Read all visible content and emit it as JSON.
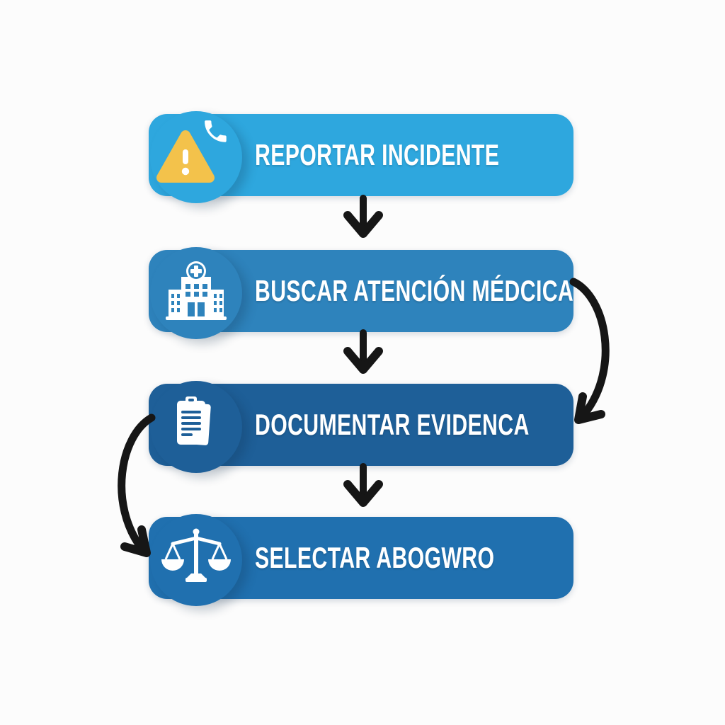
{
  "page": {
    "background": "#fcfcfc"
  },
  "connector_color": "#161616",
  "steps": [
    {
      "label": "REPORTAR INCIDENTE",
      "icon": "warning-phone-icon",
      "color": "#2ea7de",
      "accent": "#f3c24b"
    },
    {
      "label": "BUSCAR ATENCIÓN MÉDCICA",
      "icon": "hospital-icon",
      "color": "#2e83bc"
    },
    {
      "label": "DOCUMENTAR EVIDENCA",
      "icon": "clipboard-icon",
      "color": "#1e5f98"
    },
    {
      "label": "SELECTAR ABOGWRO",
      "icon": "scales-of-justice-icon",
      "color": "#2070af"
    }
  ],
  "connectors": [
    {
      "from": "REPORTAR INCIDENTE",
      "to": "BUSCAR ATENCIÓN MÉDCICA",
      "style": "straight-down"
    },
    {
      "from": "BUSCAR ATENCIÓN MÉDCICA",
      "to": "DOCUMENTAR EVIDENCA",
      "style": "straight-down"
    },
    {
      "from": "BUSCAR ATENCIÓN MÉDCICA",
      "to": "DOCUMENTAR EVIDENCA",
      "style": "curved-right"
    },
    {
      "from": "DOCUMENTAR EVIDENCA",
      "to": "SELECTAR ABOGWRO",
      "style": "straight-down"
    },
    {
      "from": "DOCUMENTAR EVIDENCA",
      "to": "SELECTAR ABOGWRO",
      "style": "curved-left"
    }
  ]
}
